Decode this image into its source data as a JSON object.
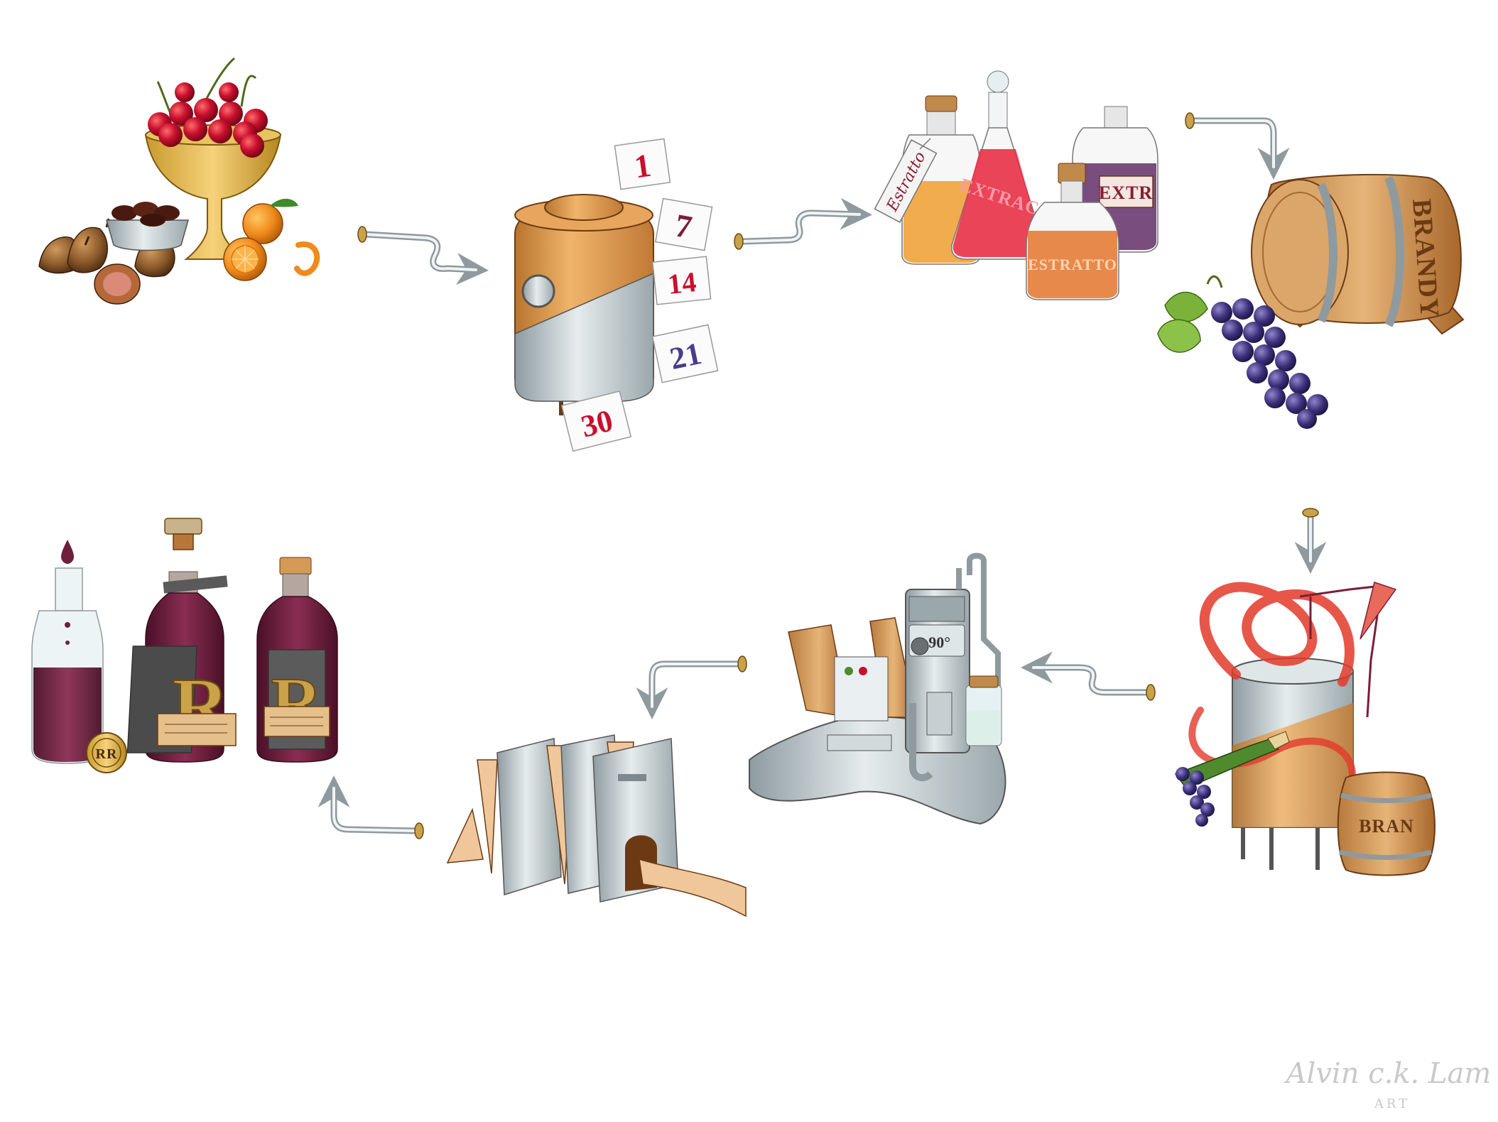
{
  "calendar_days": [
    "1",
    "7",
    "14",
    "21",
    "30"
  ],
  "extract_labels": {
    "tag": "Estratto",
    "red_bottle": "EXTRAC",
    "purple_bottle": "EXTR",
    "orange_bottle": "ESTRATTO"
  },
  "barrel_label": "BRANDY",
  "small_barrel_label": "BRAN",
  "distiller_display": "-90°",
  "bottle_letters": [
    "R",
    "R"
  ],
  "seal_text": "RR",
  "signature": {
    "name": "Alvin c.k. Lam",
    "sub": "ART"
  },
  "colors": {
    "copper": "#d9954a",
    "steel": "#b8c4c8",
    "wine": "#6d1f3d",
    "cherry": "#c8102e",
    "arrow": "#c7cfd3",
    "brass": "#c9a24a"
  }
}
